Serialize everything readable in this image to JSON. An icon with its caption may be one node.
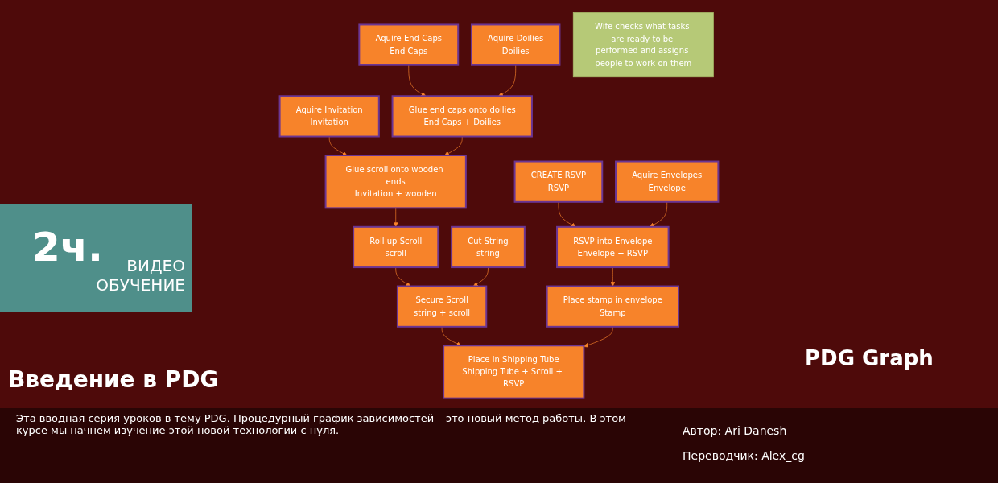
{
  "diagram": {
    "title": "Введение в PDG",
    "nodes": [
      {
        "text": [
          "Aquire End Caps",
          "End Caps"
        ]
      },
      {
        "text": [
          "Aquire Doilies",
          "Doilies"
        ]
      },
      {
        "text": [
          "Aquire Invitation",
          "Invitation"
        ]
      },
      {
        "text": [
          "Glue end caps onto doilies",
          "End Caps + Doilies"
        ]
      },
      {
        "text": [
          "Glue scroll onto wooden ends",
          "Invitation + wooden"
        ]
      },
      {
        "text": [
          "Cut String",
          "string"
        ]
      },
      {
        "text": [
          "Roll up Scroll",
          "scroll"
        ]
      },
      {
        "text": [
          "Secure Scroll",
          "string + scroll"
        ]
      },
      {
        "text": [
          "CREATE RSVP",
          "RSVP"
        ]
      },
      {
        "text": [
          "Aquire Envelopes",
          "Envelope"
        ]
      },
      {
        "text": [
          "RSVP into Envelope",
          "Envelope + RSVP"
        ]
      },
      {
        "text": [
          "Place stamp in envelope",
          "Stamp"
        ]
      },
      {
        "text": [
          "Wife checks what tasks are ready to be performed and assigns people to work on them"
        ]
      },
      {
        "text": [
          "Place in Shipping Tube",
          "Shipping Tube + Scroll + RSVP"
        ]
      }
    ],
    "edges": [
      {
        "from": 0,
        "to": 3,
        "arrow": "to"
      },
      {
        "from": 1,
        "to": 3,
        "arrow": "to"
      },
      {
        "from": 2,
        "to": 4,
        "arrow": "to"
      },
      {
        "from": 3,
        "to": 4,
        "arrow": "to"
      },
      {
        "from": 4,
        "to": 6,
        "arrow": "to"
      },
      {
        "from": 6,
        "to": 7,
        "arrow": "to"
      },
      {
        "from": 5,
        "to": 7,
        "arrow": "to"
      },
      {
        "from": 8,
        "to": 10,
        "arrow": "to"
      },
      {
        "from": 9,
        "to": 10,
        "arrow": "to"
      },
      {
        "from": 10,
        "to": 11,
        "arrow": "to"
      },
      {
        "from": 7,
        "to": 13,
        "arrow": "to"
      },
      {
        "from": 11,
        "to": 13,
        "arrow": "to"
      }
    ],
    "labels": [
      "2ч.",
      "ВИДЕО ОБУЧЕНИЕ",
      "PDG Graph",
      "Эта вводная серия уроков в тему PDG. Процедурный график зависимостей – это новый метод работы. В этом курсе мы начнем изучение этой новой технологии с нуля.",
      "Автор: Ari Danesh",
      "Переводчик: Alex_cg"
    ]
  }
}
